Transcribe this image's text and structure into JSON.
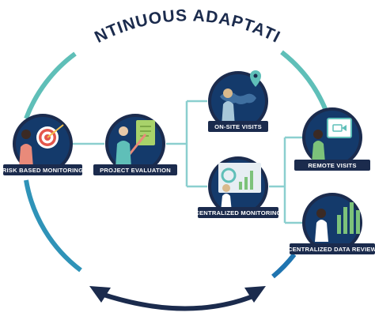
{
  "title": "CONTINUOUS ADAPTATION",
  "nodes": {
    "risk_based_monitoring": "RISK BASED MONITORING",
    "project_evaluation": "PROJECT EVALUATION",
    "on_site_visits": "ON-SITE VISITS",
    "centralized_monitoring": "CENTRALIZED MONITORING",
    "remote_visits": "REMOTE VISITS",
    "centralized_data_review": "CENTRALIZED DATA REVIEW"
  },
  "colors": {
    "navy": "#1b2b4d",
    "teal": "#5fbfb8",
    "blue": "#0a6aa8",
    "connector": "#8bcfcf"
  }
}
